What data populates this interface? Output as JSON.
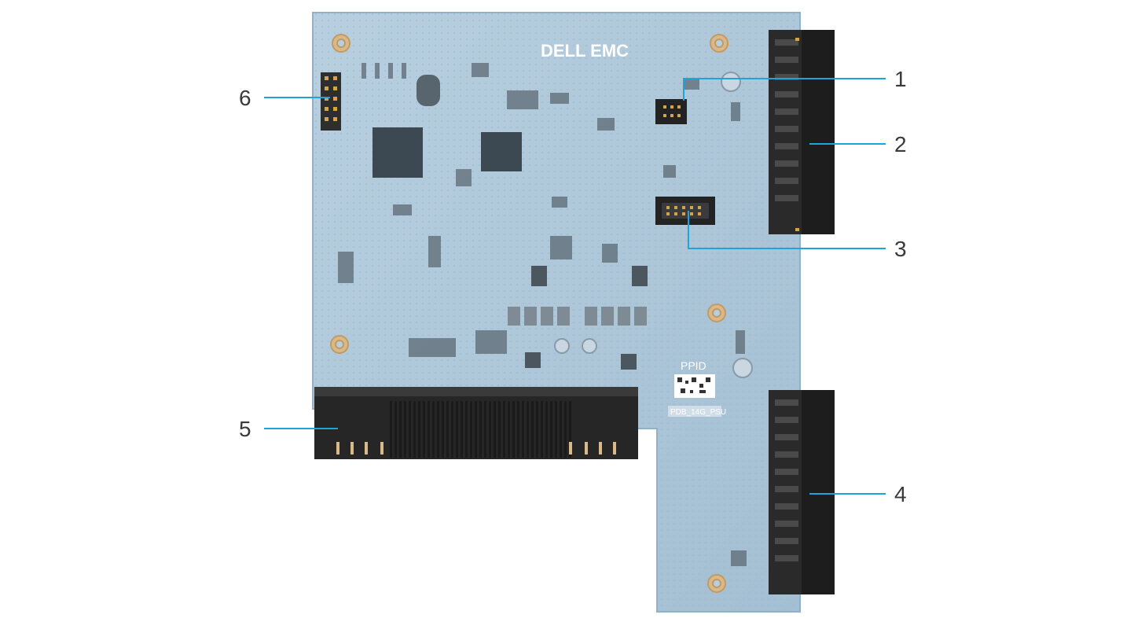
{
  "board": {
    "logo_text": "DELL EMC",
    "ppid_label": "PPID",
    "model_label": "PDB_14G_PSU"
  },
  "callouts": [
    {
      "id": "1",
      "label": "1"
    },
    {
      "id": "2",
      "label": "2"
    },
    {
      "id": "3",
      "label": "3"
    },
    {
      "id": "4",
      "label": "4"
    },
    {
      "id": "5",
      "label": "5"
    },
    {
      "id": "6",
      "label": "6"
    }
  ],
  "colors": {
    "pcb": "#a9c3d6",
    "pcb_edge": "#8fb1c9",
    "connector": "#2b2b2b",
    "callout_line": "#1fa3d8",
    "callout_text": "#3a3a3a"
  }
}
